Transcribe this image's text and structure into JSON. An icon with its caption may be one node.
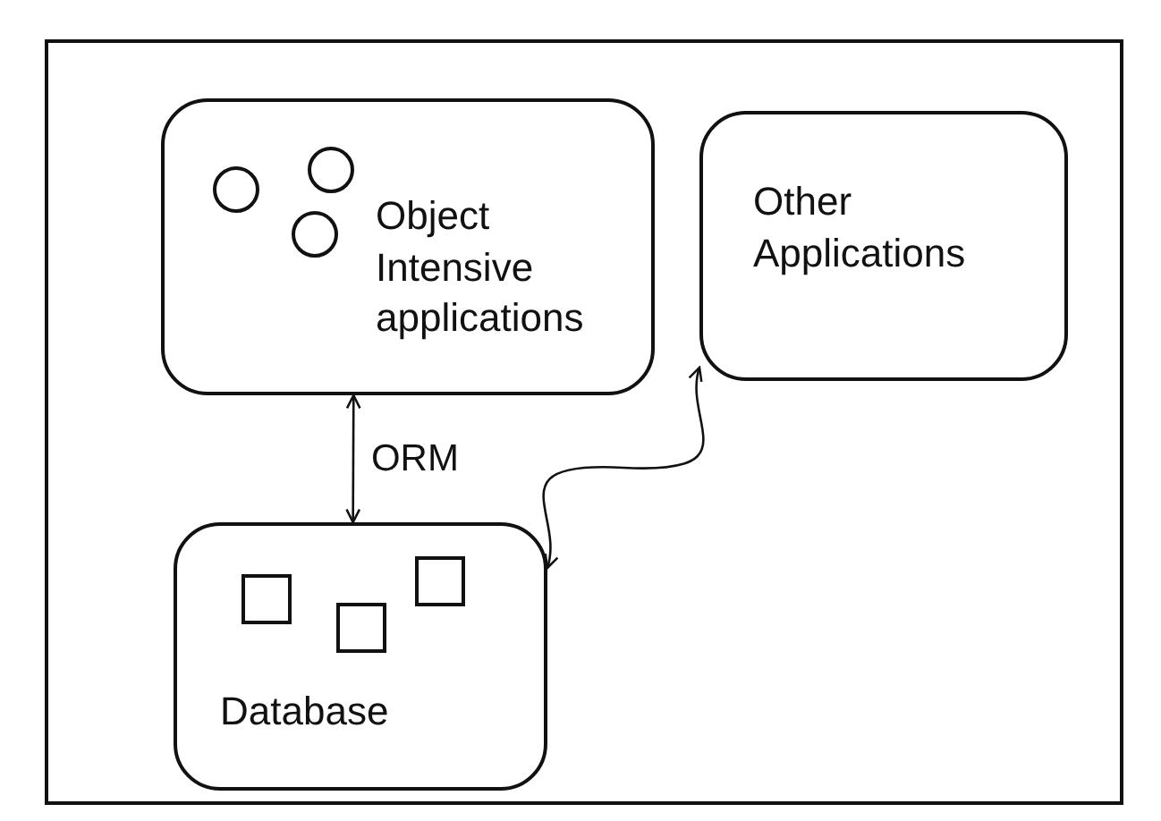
{
  "diagram": {
    "nodes": [
      {
        "text": [
          "Object Intensive applications"
        ]
      },
      {
        "text": [
          "Other Applications"
        ]
      },
      {
        "text": [
          "Database"
        ]
      }
    ],
    "edges": [
      {
        "from": 0,
        "to": 2,
        "arrow": "both",
        "label": "ORM"
      },
      {
        "from": 2,
        "to": 1,
        "arrow": "both"
      }
    ]
  }
}
